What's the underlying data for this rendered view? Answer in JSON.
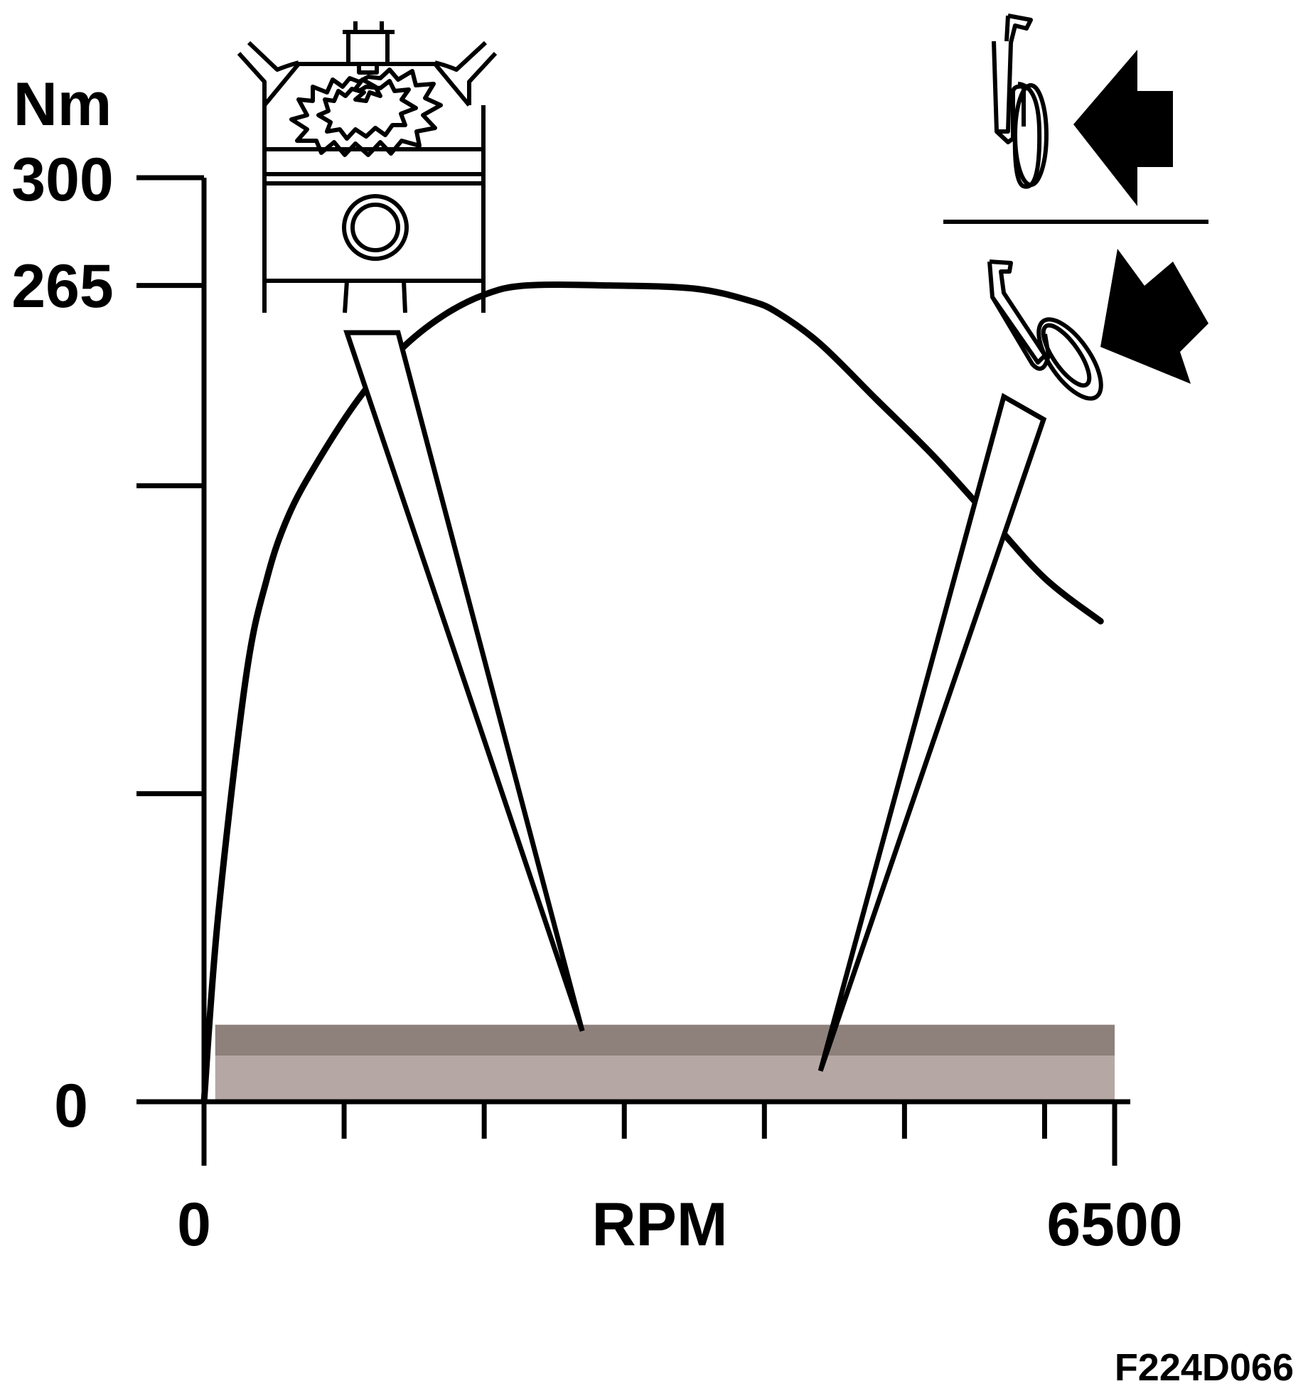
{
  "chart_data": {
    "type": "line",
    "ylabel": "Nm",
    "xlabel": "RPM",
    "xlim": [
      0,
      6500
    ],
    "ylim": [
      0,
      300
    ],
    "y_tick_labels": [
      {
        "value": 300,
        "label": "300"
      },
      {
        "value": 265,
        "label": "265"
      },
      {
        "value": 0,
        "label": "0"
      }
    ],
    "y_unlabeled_ticks": [
      200,
      100
    ],
    "x_tick_labels": [
      {
        "value": 0,
        "label": "0"
      },
      {
        "value": 6500,
        "label": "6500"
      }
    ],
    "x_unlabeled_ticks": [
      1000,
      2000,
      3000,
      4000,
      5000,
      6000
    ],
    "grid": false,
    "series": [
      {
        "x": [
          0,
          100,
          300,
          450,
          600,
          800,
          1100,
          1400,
          1700,
          2000,
          2300,
          2900,
          3500,
          3900,
          4100,
          4400,
          4800,
          5200,
          5600,
          6000,
          6400
        ],
        "y": [
          0,
          60,
          138,
          170,
          190,
          207,
          228,
          244,
          255,
          262,
          265,
          265,
          264,
          260,
          256,
          246,
          228,
          210,
          190,
          170,
          156
        ]
      }
    ],
    "bands": [
      {
        "y0": 0,
        "y1": 15,
        "color": "#b5a8a4"
      },
      {
        "y0": 15,
        "y1": 25,
        "color": "#8e807b"
      }
    ],
    "band_x_range": [
      80,
      6500
    ],
    "annotation_pointers": [
      {
        "from_x": 1700,
        "to_x": 2700,
        "to_y": 23
      },
      {
        "from_x": 5750,
        "to_x": 4400,
        "to_y": 10
      }
    ],
    "colors": {
      "line": "#000000",
      "band_light": "#b5a8a4",
      "band_dark": "#8e807b"
    },
    "figure_code": "F224D066"
  }
}
